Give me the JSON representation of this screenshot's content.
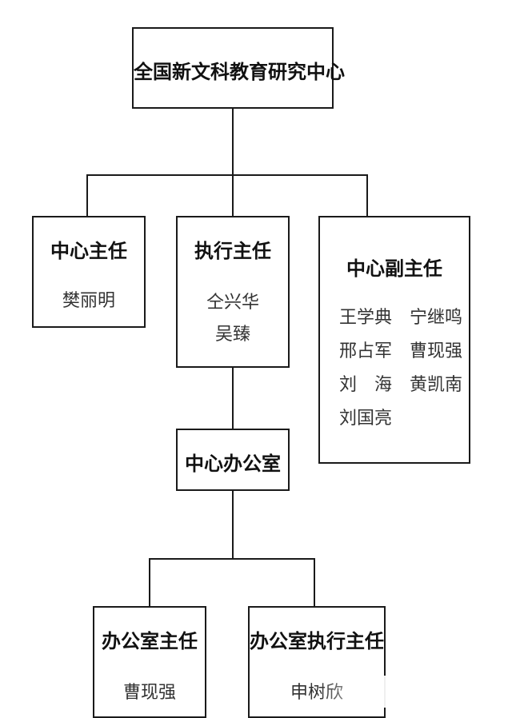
{
  "root": {
    "title": "全国新文科教育研究中心"
  },
  "director": {
    "title": "中心主任",
    "names": [
      "樊丽明"
    ]
  },
  "executive_director": {
    "title": "执行主任",
    "names": [
      "仝兴华",
      "吴臻"
    ]
  },
  "deputy_directors": {
    "title": "中心副主任",
    "names": [
      "王学典",
      "宁继鸣",
      "邢占军",
      "曹现强",
      "刘　海",
      "黄凯南",
      "刘国亮"
    ]
  },
  "office": {
    "title": "中心办公室"
  },
  "office_director": {
    "title": "办公室主任",
    "names": [
      "曹现强"
    ]
  },
  "office_executive_director": {
    "title": "办公室执行主任",
    "names": [
      "申树欣"
    ]
  }
}
